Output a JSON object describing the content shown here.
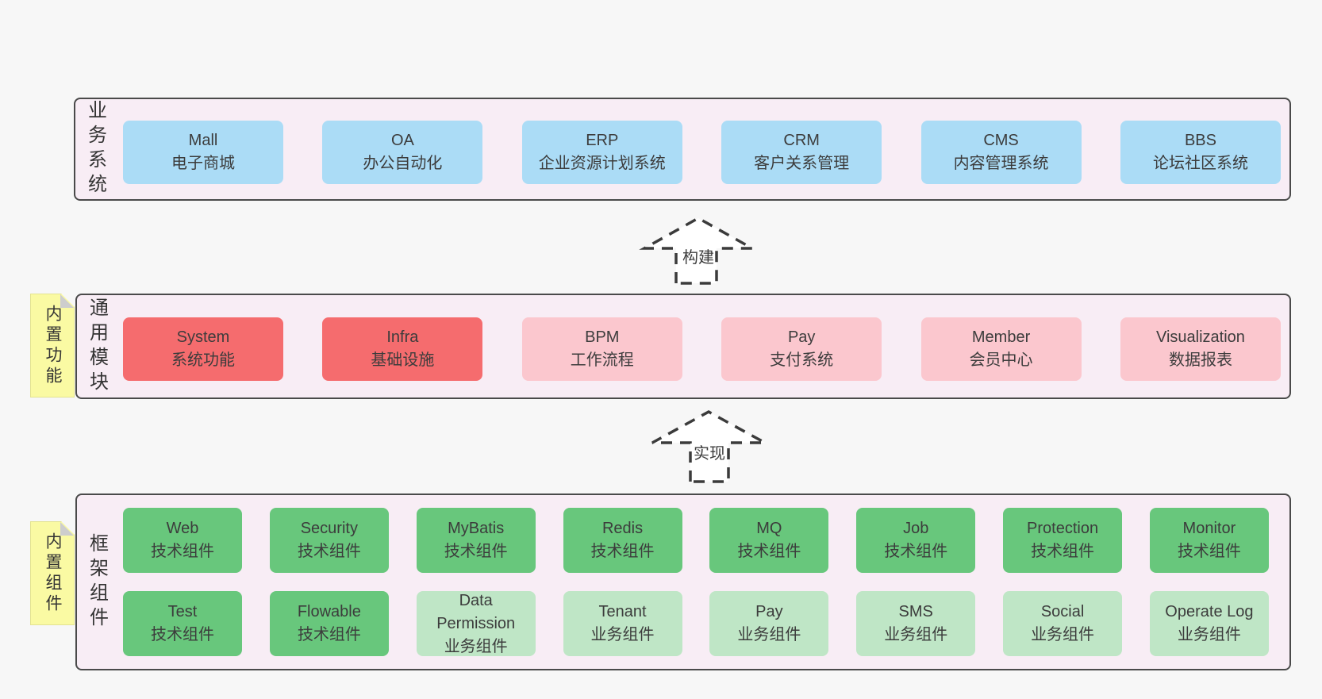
{
  "palette": {
    "page_bg": "#f7f7f7",
    "layer_bg": "#f8edf5",
    "layer_border": "#4a4a4a",
    "blue": "#abdcf6",
    "red": "#f56c6e",
    "pink": "#fbc7ce",
    "green": "#68c77c",
    "light_green": "#bfe6c6",
    "note_yellow": "#fafaa3",
    "text": "#3c3c3c"
  },
  "layers": [
    {
      "id": "business-systems",
      "label": "业务系统",
      "note": null,
      "rows": [
        [
          {
            "title": "Mall",
            "subtitle": "电子商城",
            "variant": "blue"
          },
          {
            "title": "OA",
            "subtitle": "办公自动化",
            "variant": "blue"
          },
          {
            "title": "ERP",
            "subtitle": "企业资源计划系统",
            "variant": "blue"
          },
          {
            "title": "CRM",
            "subtitle": "客户关系管理",
            "variant": "blue"
          },
          {
            "title": "CMS",
            "subtitle": "内容管理系统",
            "variant": "blue"
          },
          {
            "title": "BBS",
            "subtitle": "论坛社区系统",
            "variant": "blue"
          }
        ]
      ]
    },
    {
      "id": "common-modules",
      "label": "通用模块",
      "note": "内置功能",
      "rows": [
        [
          {
            "title": "System",
            "subtitle": "系统功能",
            "variant": "red"
          },
          {
            "title": "Infra",
            "subtitle": "基础设施",
            "variant": "red"
          },
          {
            "title": "BPM",
            "subtitle": "工作流程",
            "variant": "pink"
          },
          {
            "title": "Pay",
            "subtitle": "支付系统",
            "variant": "pink"
          },
          {
            "title": "Member",
            "subtitle": "会员中心",
            "variant": "pink"
          },
          {
            "title": "Visualization",
            "subtitle": "数据报表",
            "variant": "pink"
          }
        ]
      ]
    },
    {
      "id": "framework-components",
      "label": "框架组件",
      "note": "内置组件",
      "rows": [
        [
          {
            "title": "Web",
            "subtitle": "技术组件",
            "variant": "green"
          },
          {
            "title": "Security",
            "subtitle": "技术组件",
            "variant": "green"
          },
          {
            "title": "MyBatis",
            "subtitle": "技术组件",
            "variant": "green"
          },
          {
            "title": "Redis",
            "subtitle": "技术组件",
            "variant": "green"
          },
          {
            "title": "MQ",
            "subtitle": "技术组件",
            "variant": "green"
          },
          {
            "title": "Job",
            "subtitle": "技术组件",
            "variant": "green"
          },
          {
            "title": "Protection",
            "subtitle": "技术组件",
            "variant": "green"
          },
          {
            "title": "Monitor",
            "subtitle": "技术组件",
            "variant": "green"
          }
        ],
        [
          {
            "title": "Test",
            "subtitle": "技术组件",
            "variant": "green"
          },
          {
            "title": "Flowable",
            "subtitle": "技术组件",
            "variant": "green"
          },
          {
            "title": "Data Permission",
            "subtitle": "业务组件",
            "variant": "lightgreen"
          },
          {
            "title": "Tenant",
            "subtitle": "业务组件",
            "variant": "lightgreen"
          },
          {
            "title": "Pay",
            "subtitle": "业务组件",
            "variant": "lightgreen"
          },
          {
            "title": "SMS",
            "subtitle": "业务组件",
            "variant": "lightgreen"
          },
          {
            "title": "Social",
            "subtitle": "业务组件",
            "variant": "lightgreen"
          },
          {
            "title": "Operate Log",
            "subtitle": "业务组件",
            "variant": "lightgreen"
          }
        ]
      ]
    }
  ],
  "arrows": [
    {
      "label": "构建"
    },
    {
      "label": "实现"
    }
  ]
}
